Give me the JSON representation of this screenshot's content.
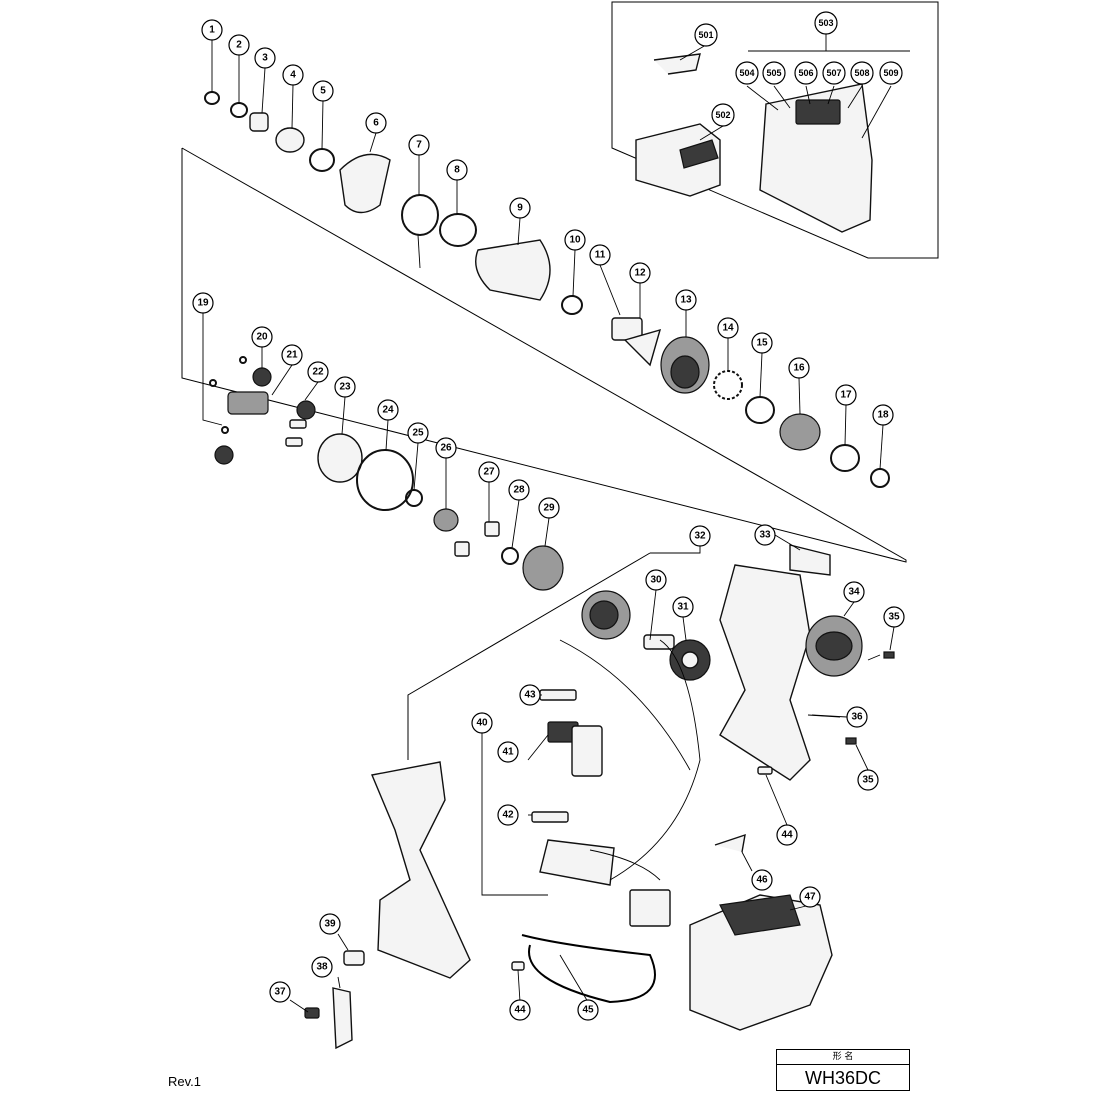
{
  "title_block": {
    "header": "形 名",
    "model": "WH36DC"
  },
  "revision": "Rev.1",
  "callouts": [
    "1",
    "2",
    "3",
    "4",
    "5",
    "6",
    "7",
    "8",
    "9",
    "10",
    "11",
    "12",
    "13",
    "14",
    "15",
    "16",
    "17",
    "18",
    "19",
    "20",
    "21",
    "22",
    "23",
    "24",
    "25",
    "26",
    "27",
    "28",
    "29",
    "30",
    "31",
    "32",
    "33",
    "34",
    "35",
    "35",
    "36",
    "37",
    "38",
    "39",
    "40",
    "41",
    "42",
    "43",
    "44",
    "44",
    "45",
    "46",
    "47",
    "501",
    "502",
    "503",
    "504",
    "505",
    "506",
    "507",
    "508",
    "509"
  ]
}
